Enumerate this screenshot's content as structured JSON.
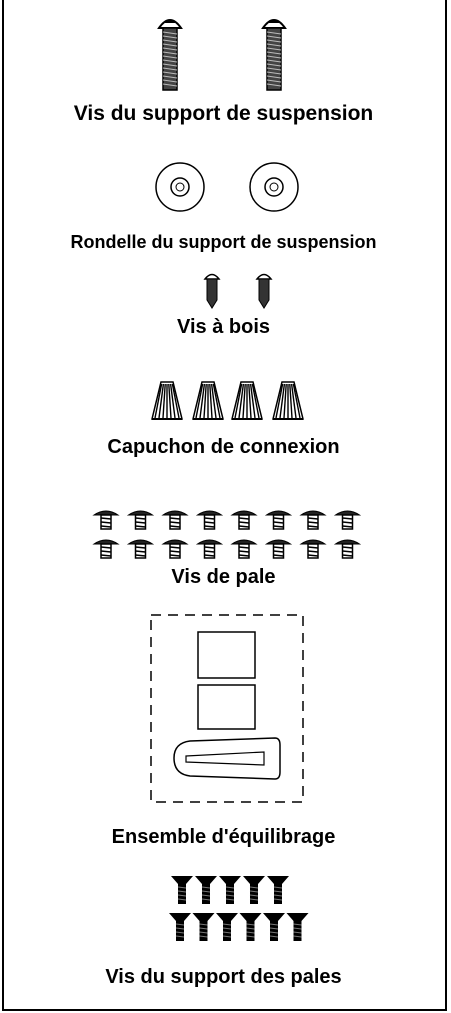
{
  "parts": [
    {
      "id": "hanger-screws",
      "label": "Vis du support de suspension",
      "quantity": 2
    },
    {
      "id": "hanger-washers",
      "label": "Rondelle du support de suspension",
      "quantity": 2
    },
    {
      "id": "wood-screws",
      "label": "Vis à bois",
      "quantity": 2
    },
    {
      "id": "wire-nuts",
      "label": "Capuchon de connexion",
      "quantity": 4
    },
    {
      "id": "blade-screws",
      "label": "Vis de pale",
      "quantity": 16
    },
    {
      "id": "balancing-kit",
      "label": "Ensemble d'équilibrage",
      "quantity": 1
    },
    {
      "id": "blade-bracket-screws",
      "label": "Vis du support des pales",
      "quantity": 11
    }
  ]
}
